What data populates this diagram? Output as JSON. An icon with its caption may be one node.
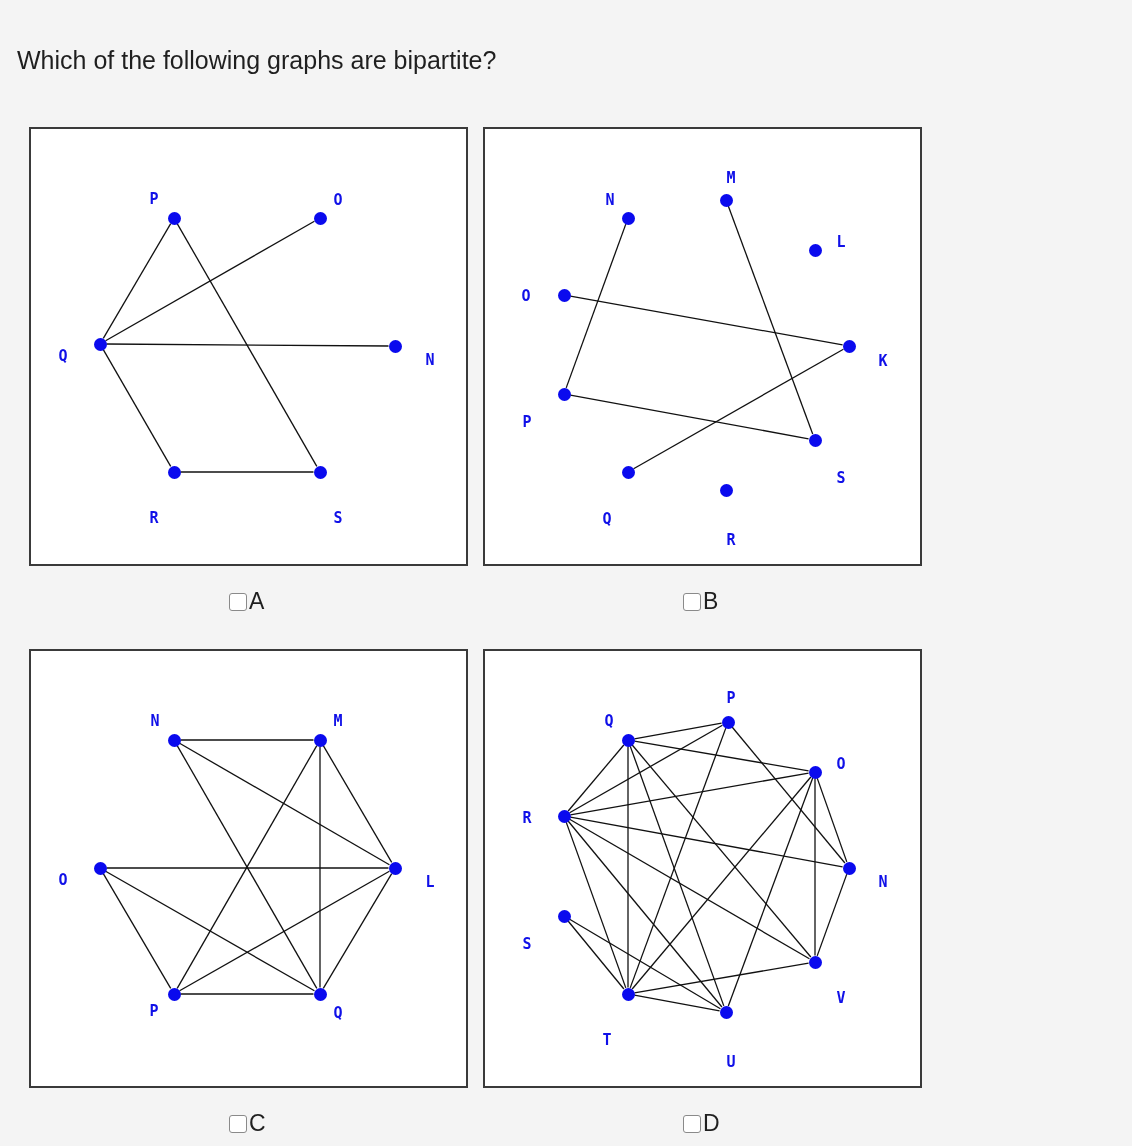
{
  "diagram": {
    "title": "Which of the following graphs are bipartite?",
    "nodes": [
      {
        "text": [],
        "shape": "circle",
        "beside": [
          "P"
        ]
      },
      {
        "text": [],
        "shape": "circle",
        "beside": [
          "O"
        ]
      },
      {
        "text": [],
        "shape": "circle",
        "beside": [
          "Q"
        ]
      },
      {
        "text": [],
        "shape": "circle",
        "beside": [
          "N"
        ]
      },
      {
        "text": [],
        "shape": "circle",
        "beside": [
          "R"
        ]
      },
      {
        "text": [],
        "shape": "circle",
        "beside": [
          "S"
        ]
      },
      {
        "text": [],
        "shape": "circle",
        "beside": [
          "M"
        ]
      },
      {
        "text": [],
        "shape": "circle",
        "beside": [
          "N"
        ]
      },
      {
        "text": [],
        "shape": "circle",
        "beside": [
          "L"
        ]
      },
      {
        "text": [],
        "shape": "circle",
        "beside": [
          "O"
        ]
      },
      {
        "text": [],
        "shape": "circle",
        "beside": [
          "K"
        ]
      },
      {
        "text": [],
        "shape": "circle",
        "beside": [
          "P"
        ]
      },
      {
        "text": [],
        "shape": "circle",
        "beside": [
          "S"
        ]
      },
      {
        "text": [],
        "shape": "circle",
        "beside": [
          "Q"
        ]
      },
      {
        "text": [],
        "shape": "circle",
        "beside": [
          "R"
        ]
      },
      {
        "text": [],
        "shape": "circle",
        "beside": [
          "N"
        ]
      },
      {
        "text": [],
        "shape": "circle",
        "beside": [
          "M"
        ]
      },
      {
        "text": [],
        "shape": "circle",
        "beside": [
          "O"
        ]
      },
      {
        "text": [],
        "shape": "circle",
        "beside": [
          "L"
        ]
      },
      {
        "text": [],
        "shape": "circle",
        "beside": [
          "P"
        ]
      },
      {
        "text": [],
        "shape": "circle",
        "beside": [
          "Q"
        ]
      },
      {
        "text": [],
        "shape": "circle",
        "beside": [
          "P"
        ]
      },
      {
        "text": [],
        "shape": "circle",
        "beside": [
          "Q"
        ]
      },
      {
        "text": [],
        "shape": "circle",
        "beside": [
          "O"
        ]
      },
      {
        "text": [],
        "shape": "circle",
        "beside": [
          "R"
        ]
      },
      {
        "text": [],
        "shape": "circle",
        "beside": [
          "N"
        ]
      },
      {
        "text": [],
        "shape": "circle",
        "beside": [
          "S"
        ]
      },
      {
        "text": [],
        "shape": "circle",
        "beside": [
          "V"
        ]
      },
      {
        "text": [],
        "shape": "circle",
        "beside": [
          "T"
        ]
      },
      {
        "text": [],
        "shape": "circle",
        "beside": [
          "U"
        ]
      }
    ],
    "edges": [
      {
        "from": 2,
        "to": 0,
        "arrow": "none"
      },
      {
        "from": 2,
        "to": 1,
        "arrow": "none"
      },
      {
        "from": 2,
        "to": 3,
        "arrow": "none"
      },
      {
        "from": 2,
        "to": 4,
        "arrow": "none"
      },
      {
        "from": 0,
        "to": 5,
        "arrow": "none"
      },
      {
        "from": 4,
        "to": 5,
        "arrow": "none"
      },
      {
        "from": 7,
        "to": 11,
        "arrow": "none"
      },
      {
        "from": 6,
        "to": 12,
        "arrow": "none"
      },
      {
        "from": 9,
        "to": 10,
        "arrow": "none"
      },
      {
        "from": 11,
        "to": 12,
        "arrow": "none"
      },
      {
        "from": 13,
        "to": 10,
        "arrow": "none"
      },
      {
        "from": 15,
        "to": 16,
        "arrow": "none"
      },
      {
        "from": 15,
        "to": 18,
        "arrow": "none"
      },
      {
        "from": 15,
        "to": 20,
        "arrow": "none"
      },
      {
        "from": 16,
        "to": 18,
        "arrow": "none"
      },
      {
        "from": 16,
        "to": 20,
        "arrow": "none"
      },
      {
        "from": 16,
        "to": 19,
        "arrow": "none"
      },
      {
        "from": 17,
        "to": 18,
        "arrow": "none"
      },
      {
        "from": 17,
        "to": 19,
        "arrow": "none"
      },
      {
        "from": 17,
        "to": 20,
        "arrow": "none"
      },
      {
        "from": 19,
        "to": 20,
        "arrow": "none"
      },
      {
        "from": 19,
        "to": 18,
        "arrow": "none"
      },
      {
        "from": 18,
        "to": 20,
        "arrow": "none"
      },
      {
        "from": 22,
        "to": 21,
        "arrow": "none"
      },
      {
        "from": 22,
        "to": 23,
        "arrow": "none"
      },
      {
        "from": 22,
        "to": 24,
        "arrow": "none"
      },
      {
        "from": 22,
        "to": 28,
        "arrow": "none"
      },
      {
        "from": 22,
        "to": 29,
        "arrow": "none"
      },
      {
        "from": 22,
        "to": 27,
        "arrow": "none"
      },
      {
        "from": 21,
        "to": 24,
        "arrow": "none"
      },
      {
        "from": 21,
        "to": 28,
        "arrow": "none"
      },
      {
        "from": 21,
        "to": 25,
        "arrow": "none"
      },
      {
        "from": 23,
        "to": 24,
        "arrow": "none"
      },
      {
        "from": 23,
        "to": 28,
        "arrow": "none"
      },
      {
        "from": 23,
        "to": 29,
        "arrow": "none"
      },
      {
        "from": 23,
        "to": 27,
        "arrow": "none"
      },
      {
        "from": 23,
        "to": 25,
        "arrow": "none"
      },
      {
        "from": 25,
        "to": 24,
        "arrow": "none"
      },
      {
        "from": 25,
        "to": 27,
        "arrow": "none"
      },
      {
        "from": 27,
        "to": 24,
        "arrow": "none"
      },
      {
        "from": 27,
        "to": 28,
        "arrow": "none"
      },
      {
        "from": 29,
        "to": 28,
        "arrow": "none"
      },
      {
        "from": 29,
        "to": 26,
        "arrow": "none"
      },
      {
        "from": 29,
        "to": 24,
        "arrow": "none"
      },
      {
        "from": 28,
        "to": 24,
        "arrow": "none"
      },
      {
        "from": 28,
        "to": 26,
        "arrow": "none"
      }
    ],
    "labels": [
      "A",
      "B",
      "C",
      "D"
    ]
  }
}
